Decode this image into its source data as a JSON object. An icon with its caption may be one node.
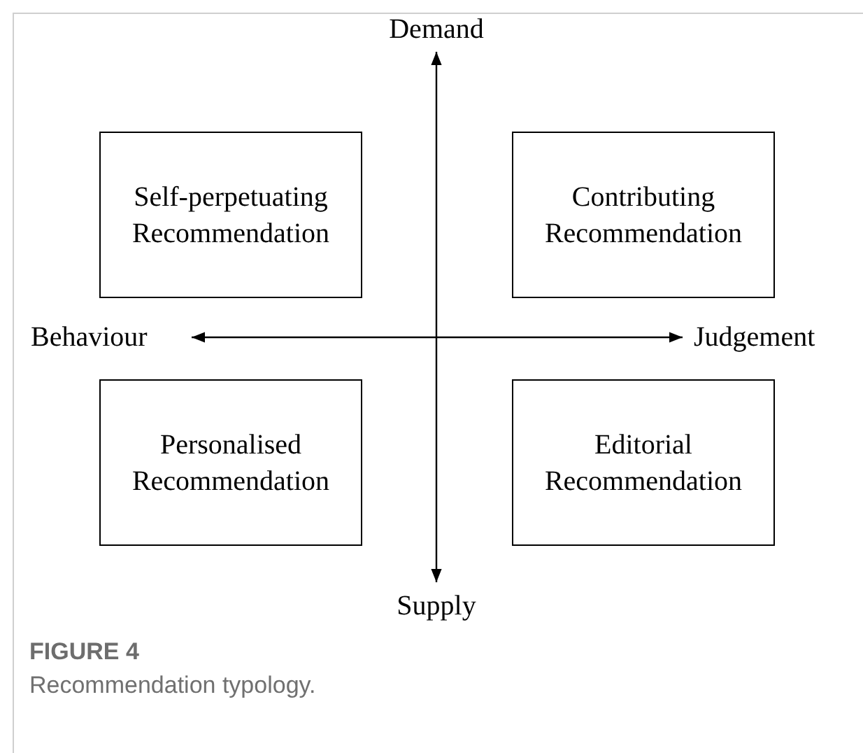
{
  "diagram": {
    "title": "FIGURE 4",
    "caption": "Recommendation typology.",
    "nodes": [
      {
        "text": [
          "Self-perpetuating Recommendation"
        ]
      },
      {
        "text": [
          "Contributing Recommendation"
        ]
      },
      {
        "text": [
          "Personalised Recommendation"
        ]
      },
      {
        "text": [
          "Editorial Recommendation"
        ]
      }
    ],
    "labels": [
      "Demand",
      "Behaviour",
      "Judgement",
      "Supply"
    ]
  }
}
